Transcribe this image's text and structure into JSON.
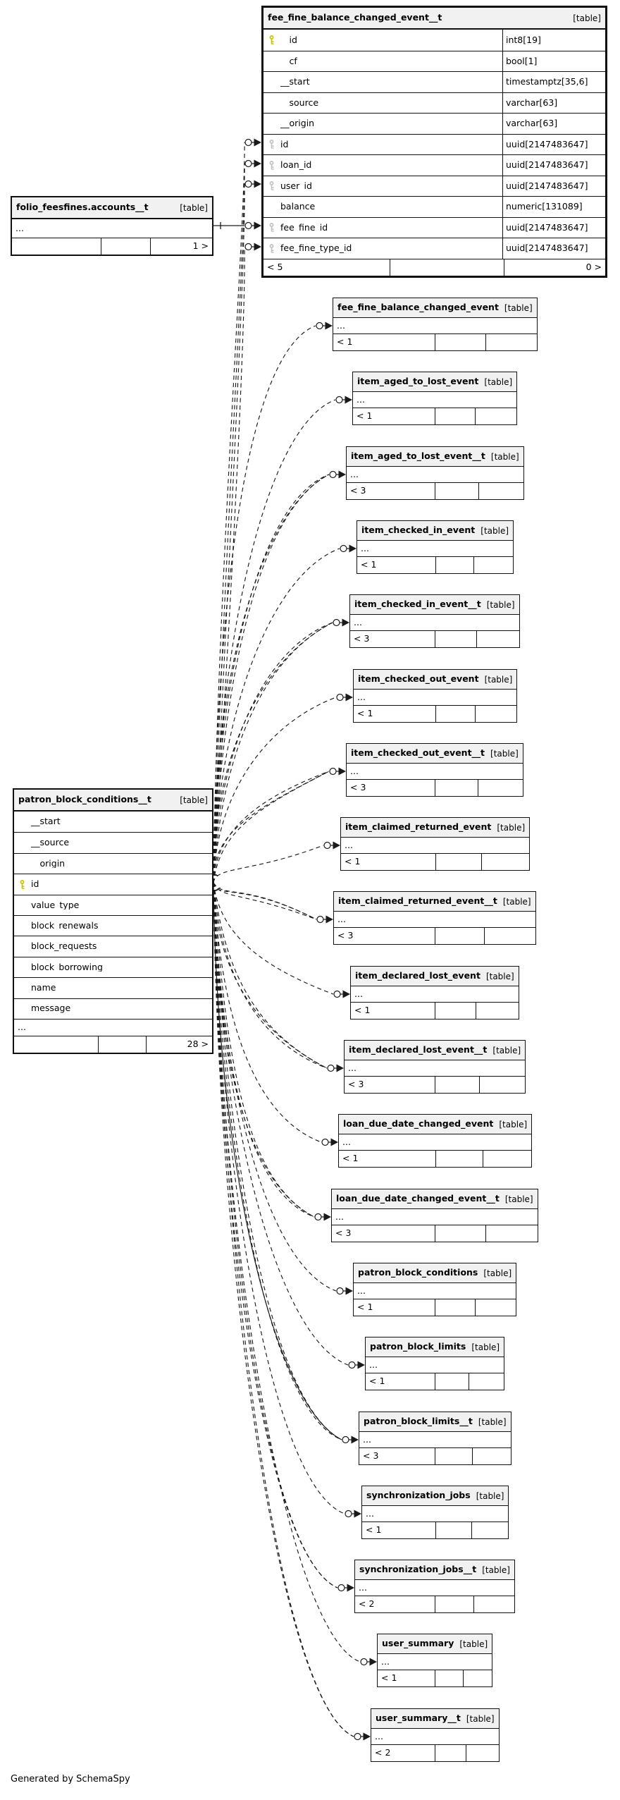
{
  "diagram": {
    "generated_by": "Generated by SchemaSpy"
  },
  "colors": {
    "pk_key": "#c9c400",
    "fk_key": "#c2c2c2",
    "header_bg": "#f1f1f1",
    "line": "#1a1a1a"
  },
  "event_table": {
    "name": "fee_fine_balance_changed_event__t",
    "tag": "[table]",
    "columns": [
      {
        "name": "__id",
        "type": "int8[19]",
        "key": "pk"
      },
      {
        "name": "__cf",
        "type": "bool[1]",
        "key": ""
      },
      {
        "name": "__start",
        "type": "timestamptz[35,6]",
        "key": ""
      },
      {
        "name": "__source",
        "type": "varchar[63]",
        "key": ""
      },
      {
        "name": "__origin",
        "type": "varchar[63]",
        "key": ""
      },
      {
        "name": "id",
        "type": "uuid[2147483647]",
        "key": "fk"
      },
      {
        "name": "loan_id",
        "type": "uuid[2147483647]",
        "key": "fk"
      },
      {
        "name": "user_id",
        "type": "uuid[2147483647]",
        "key": "fk"
      },
      {
        "name": "balance",
        "type": "numeric[131089]",
        "key": ""
      },
      {
        "name": "fee_fine_id",
        "type": "uuid[2147483647]",
        "key": "fk"
      },
      {
        "name": "fee_fine_type_id",
        "type": "uuid[2147483647]",
        "key": "fk"
      }
    ],
    "footer": [
      "< 5",
      "",
      "0 >"
    ]
  },
  "accounts_table": {
    "name": "folio_feesfines.accounts__t",
    "tag": "[table]",
    "more": "...",
    "footer": [
      "",
      "",
      "1 >"
    ]
  },
  "conditions_table": {
    "name": "patron_block_conditions__t",
    "tag": "[table]",
    "columns": [
      {
        "name": "__start",
        "key": ""
      },
      {
        "name": "__source",
        "key": ""
      },
      {
        "name": "__origin",
        "key": ""
      },
      {
        "name": "id",
        "key": "pk"
      },
      {
        "name": "value_type",
        "key": ""
      },
      {
        "name": "block_renewals",
        "key": ""
      },
      {
        "name": "block_requests",
        "key": ""
      },
      {
        "name": "block_borrowing",
        "key": ""
      },
      {
        "name": "name",
        "key": ""
      },
      {
        "name": "message",
        "key": ""
      }
    ],
    "more": "...",
    "footer": [
      "",
      "",
      "28 >"
    ]
  },
  "related_tables": [
    {
      "name": "fee_fine_balance_changed_event",
      "tag": "[table]",
      "more": "...",
      "footer_left": "< 1",
      "links": 1,
      "solid": false
    },
    {
      "name": "item_aged_to_lost_event",
      "tag": "[table]",
      "more": "...",
      "footer_left": "< 1",
      "links": 1,
      "solid": false
    },
    {
      "name": "item_aged_to_lost_event__t",
      "tag": "[table]",
      "more": "...",
      "footer_left": "< 3",
      "links": 3,
      "solid": false
    },
    {
      "name": "item_checked_in_event",
      "tag": "[table]",
      "more": "...",
      "footer_left": "< 1",
      "links": 1,
      "solid": false
    },
    {
      "name": "item_checked_in_event__t",
      "tag": "[table]",
      "more": "...",
      "footer_left": "< 3",
      "links": 3,
      "solid": false
    },
    {
      "name": "item_checked_out_event",
      "tag": "[table]",
      "more": "...",
      "footer_left": "< 1",
      "links": 1,
      "solid": false
    },
    {
      "name": "item_checked_out_event__t",
      "tag": "[table]",
      "more": "...",
      "footer_left": "< 3",
      "links": 3,
      "solid": false
    },
    {
      "name": "item_claimed_returned_event",
      "tag": "[table]",
      "more": "...",
      "footer_left": "< 1",
      "links": 1,
      "solid": false
    },
    {
      "name": "item_claimed_returned_event__t",
      "tag": "[table]",
      "more": "...",
      "footer_left": "< 3",
      "links": 3,
      "solid": false
    },
    {
      "name": "item_declared_lost_event",
      "tag": "[table]",
      "more": "...",
      "footer_left": "< 1",
      "links": 1,
      "solid": false
    },
    {
      "name": "item_declared_lost_event__t",
      "tag": "[table]",
      "more": "...",
      "footer_left": "< 3",
      "links": 3,
      "solid": false
    },
    {
      "name": "loan_due_date_changed_event",
      "tag": "[table]",
      "more": "...",
      "footer_left": "< 1",
      "links": 1,
      "solid": false
    },
    {
      "name": "loan_due_date_changed_event__t",
      "tag": "[table]",
      "more": "...",
      "footer_left": "< 3",
      "links": 3,
      "solid": false
    },
    {
      "name": "patron_block_conditions",
      "tag": "[table]",
      "more": "...",
      "footer_left": "< 1",
      "links": 1,
      "solid": false
    },
    {
      "name": "patron_block_limits",
      "tag": "[table]",
      "more": "...",
      "footer_left": "< 1",
      "links": 1,
      "solid": false
    },
    {
      "name": "patron_block_limits__t",
      "tag": "[table]",
      "more": "...",
      "footer_left": "< 3",
      "links": 3,
      "solid": true
    },
    {
      "name": "synchronization_jobs",
      "tag": "[table]",
      "more": "...",
      "footer_left": "< 1",
      "links": 1,
      "solid": false
    },
    {
      "name": "synchronization_jobs__t",
      "tag": "[table]",
      "more": "...",
      "footer_left": "< 2",
      "links": 2,
      "solid": false
    },
    {
      "name": "user_summary",
      "tag": "[table]",
      "more": "...",
      "footer_left": "< 1",
      "links": 1,
      "solid": false
    },
    {
      "name": "user_summary__t",
      "tag": "[table]",
      "more": "...",
      "footer_left": "< 2",
      "links": 2,
      "solid": false
    }
  ]
}
